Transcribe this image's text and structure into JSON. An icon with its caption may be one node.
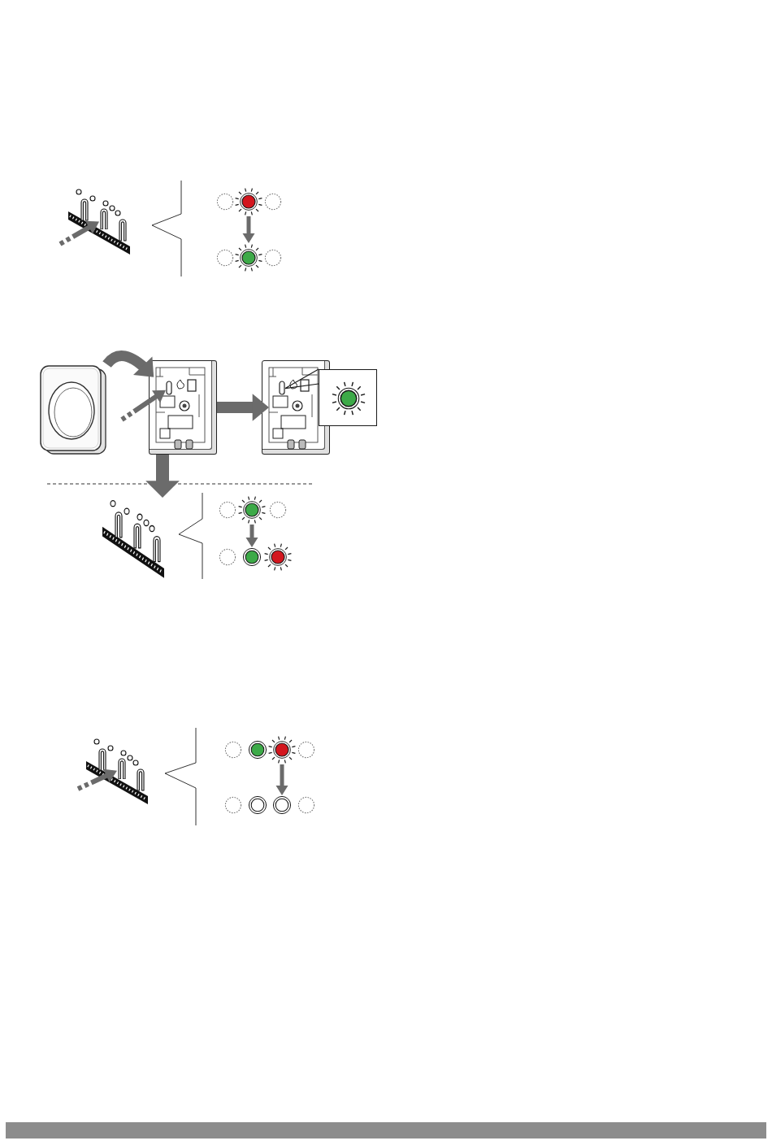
{
  "diagram": {
    "nodes": [
      {
        "text": [],
        "shape": "picture"
      },
      {
        "text": [],
        "shape": "button",
        "in": 0
      },
      {
        "text": [],
        "shape": "circle"
      },
      {
        "text": [],
        "shape": "circle"
      },
      {
        "text": [],
        "shape": "picture"
      },
      {
        "text": [],
        "shape": "picture"
      },
      {
        "text": [],
        "shape": "bar",
        "in": 5
      },
      {
        "text": [],
        "shape": "picture"
      },
      {
        "text": [],
        "shape": "bar",
        "in": 7
      },
      {
        "text": [],
        "shape": "box"
      },
      {
        "text": [],
        "shape": "circle",
        "in": 9
      },
      {
        "text": [],
        "shape": "picture"
      },
      {
        "text": [],
        "shape": "circle"
      },
      {
        "text": [],
        "shape": "circle"
      },
      {
        "text": [],
        "shape": "picture"
      },
      {
        "text": [],
        "shape": "button",
        "in": 14
      },
      {
        "text": [],
        "shape": "circle"
      },
      {
        "text": [],
        "shape": "circle"
      }
    ],
    "edges": [
      {
        "from": null,
        "to": 1,
        "arrow": "to",
        "style": "dashed"
      },
      {
        "from": 2,
        "to": 3,
        "arrow": "to"
      },
      {
        "from": 4,
        "to": 5,
        "arrow": "to",
        "style": "thick"
      },
      {
        "from": null,
        "to": 6,
        "arrow": "to",
        "style": "dashed"
      },
      {
        "from": 5,
        "to": 7,
        "arrow": "to",
        "style": "thick"
      },
      {
        "from": 9,
        "to": 8,
        "arrow": "none",
        "color": "#1a1a1a"
      },
      {
        "from": 5,
        "to": 11,
        "arrow": "to",
        "style": "thick"
      },
      {
        "from": 12,
        "to": 13,
        "arrow": "to"
      },
      {
        "from": null,
        "to": 15,
        "arrow": "to",
        "style": "dashed"
      },
      {
        "from": 16,
        "to": 17,
        "arrow": "to"
      }
    ]
  }
}
